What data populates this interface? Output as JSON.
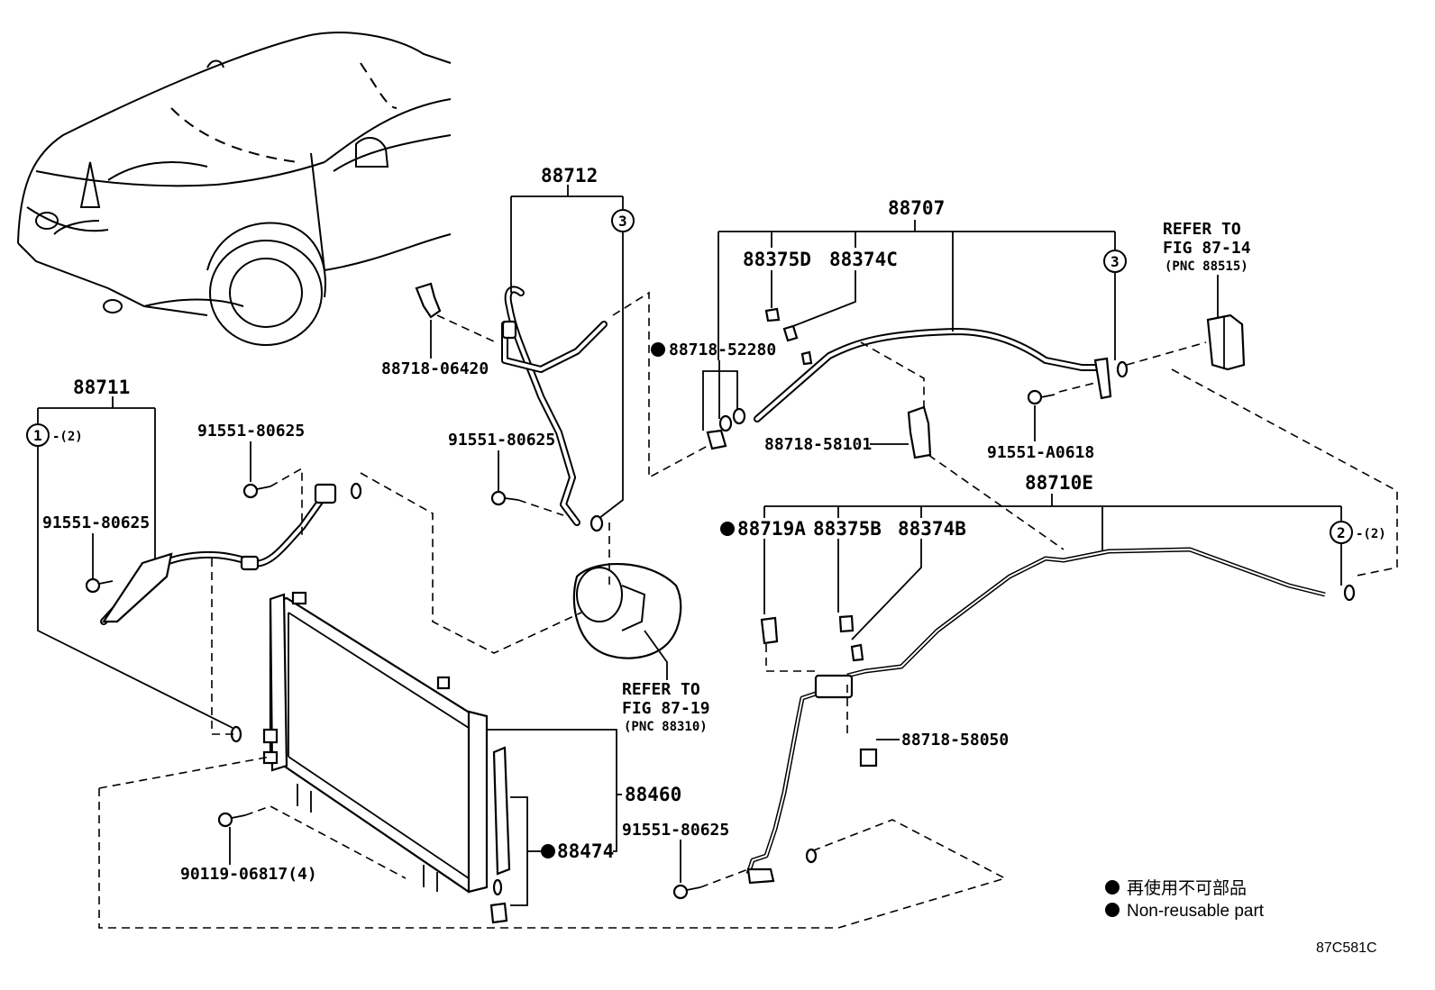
{
  "parts": {
    "p88711": "88711",
    "p88712": "88712",
    "p88707": "88707",
    "p88375D": "88375D",
    "p88374C": "88374C",
    "p88718_52280": "88718-52280",
    "p88718_06420": "88718-06420",
    "p91551_80625_a": "91551-80625",
    "p91551_80625_b": "91551-80625",
    "p91551_80625_c": "91551-80625",
    "p91551_80625_d": "91551-80625",
    "p91551_A0618": "91551-A0618",
    "p88718_58101": "88718-58101",
    "p88710E": "88710E",
    "p88719A": "88719A",
    "p88375B": "88375B",
    "p88374B": "88374B",
    "p88718_58050": "88718-58050",
    "p88460": "88460",
    "p88474": "88474",
    "p90119_06817": "90119-06817(4)"
  },
  "markers": {
    "m1": "1",
    "m1_qty": "-(2)",
    "m2": "2",
    "m2_qty": "-(2)",
    "m3a": "3",
    "m3b": "3"
  },
  "refs": {
    "ref_fig87_14": [
      "REFER TO",
      "FIG 87-14",
      "(PNC 88515)"
    ],
    "ref_fig87_19": [
      "REFER TO",
      "FIG 87-19",
      "(PNC 88310)"
    ]
  },
  "legend": {
    "jp": "再使用不可部品",
    "en": "Non-reusable part"
  },
  "diagram_code": "87C581C"
}
